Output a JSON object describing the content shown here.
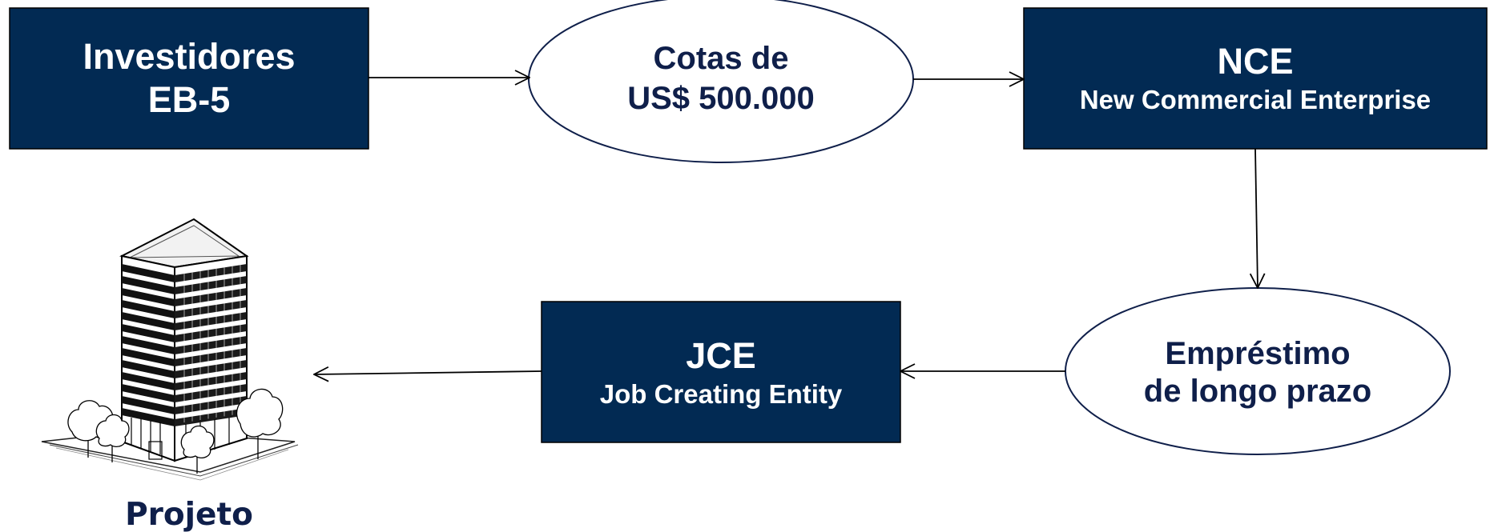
{
  "colors": {
    "box_fill": "#022a53",
    "text_dark": "#0f1f4a",
    "line": "#000000"
  },
  "nodes": {
    "investidores": {
      "line1": "Investidores",
      "line2": "EB-5"
    },
    "cotas": {
      "line1": "Cotas de",
      "line2": "US$ 500.000"
    },
    "nce": {
      "line1": "NCE",
      "line2": "New Commercial Enterprise"
    },
    "emprestimo": {
      "line1": "Empréstimo",
      "line2": "de longo prazo"
    },
    "jce": {
      "line1": "JCE",
      "line2": "Job Creating Entity"
    },
    "projeto": {
      "caption": "Projeto",
      "icon": "office-building-icon"
    }
  }
}
